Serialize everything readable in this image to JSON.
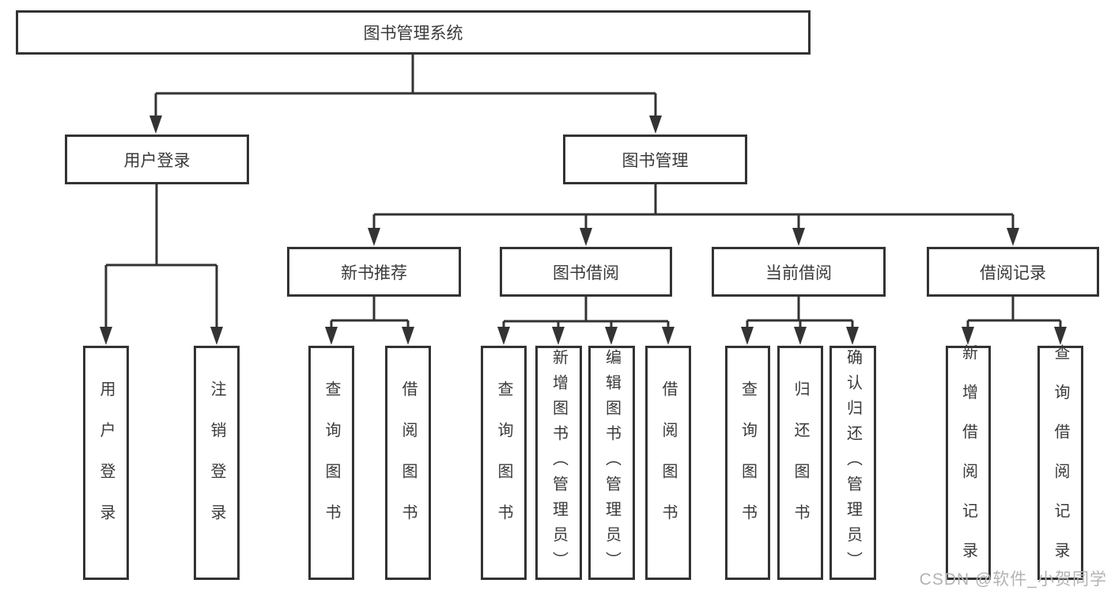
{
  "colors": {
    "line": "#333333",
    "box_border": "#333333",
    "text": "#3a3a3a",
    "background": "#ffffff",
    "watermark_text_color": "#b3b3b3"
  },
  "watermark": {
    "text": "CSDN @软件_小贺同学"
  },
  "tree": {
    "label": "图书管理系统",
    "children": [
      {
        "label": "用户登录",
        "children": [
          {
            "label": "用户登录"
          },
          {
            "label": "注销登录"
          }
        ]
      },
      {
        "label": "图书管理",
        "children": [
          {
            "label": "新书推荐",
            "children": [
              {
                "label": "查询图书"
              },
              {
                "label": "借阅图书"
              }
            ]
          },
          {
            "label": "图书借阅",
            "children": [
              {
                "label": "查询图书"
              },
              {
                "label": "新增图书（管理员）"
              },
              {
                "label": "编辑图书（管理员）"
              },
              {
                "label": "借阅图书"
              }
            ]
          },
          {
            "label": "当前借阅",
            "children": [
              {
                "label": "查询图书"
              },
              {
                "label": "归还图书"
              },
              {
                "label": "确认归还（管理员）"
              }
            ]
          },
          {
            "label": "借阅记录",
            "children": [
              {
                "label": "新增借阅记录"
              },
              {
                "label": "查询借阅记录"
              }
            ]
          }
        ]
      }
    ]
  }
}
